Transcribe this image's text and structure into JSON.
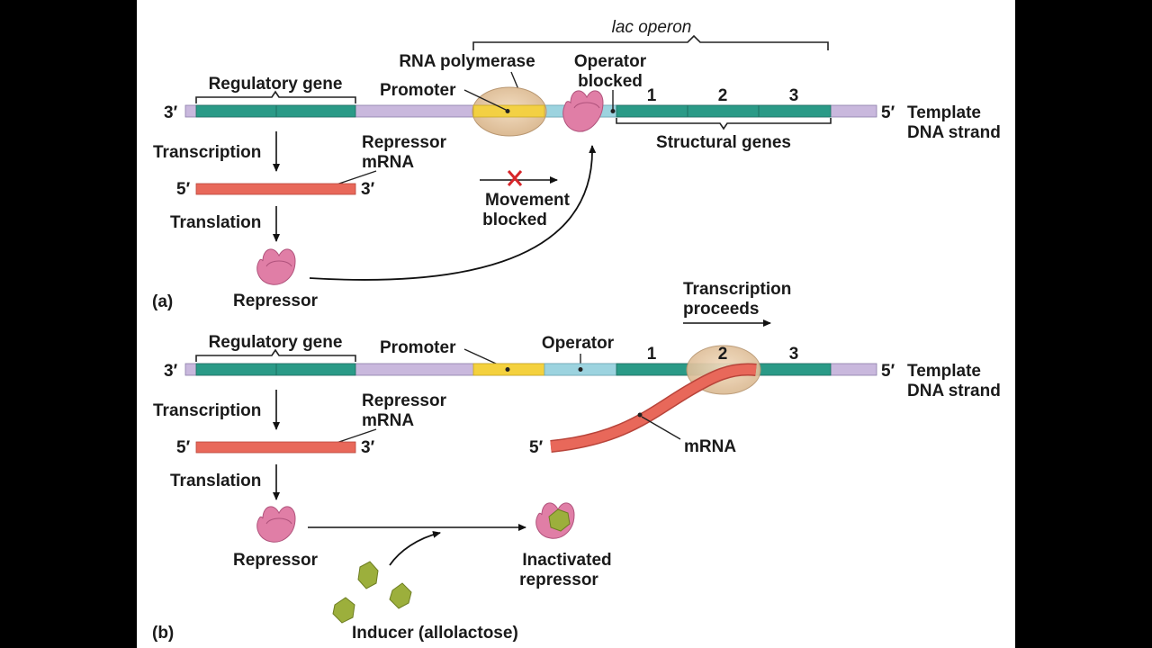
{
  "colors": {
    "dna_backbone": "#c9b8dd",
    "gene_teal": "#2a9a87",
    "promoter_yellow": "#f4d13e",
    "operator_cyan": "#9cd3df",
    "mrna_red": "#e8685a",
    "repressor_pink": "#e07ea6",
    "polymerase_tan": "#e6c9a4",
    "inducer_green": "#9caf3c",
    "blocked_x": "#d7262a"
  },
  "panel_a": {
    "panel_label": "(a)",
    "lac_operon": "lac operon",
    "rna_polymerase": "RNA polymerase",
    "operator_blocked_1": "Operator",
    "operator_blocked_2": "blocked",
    "regulatory_gene": "Regulatory gene",
    "promoter": "Promoter",
    "three_prime": "3′",
    "five_prime": "5′",
    "template_1": "Template",
    "template_2": "DNA strand",
    "gene_1": "1",
    "gene_2": "2",
    "gene_3": "3",
    "structural_genes": "Structural genes",
    "transcription": "Transcription",
    "repressor_mrna_1": "Repressor",
    "repressor_mrna_2": "mRNA",
    "mrna_5": "5′",
    "mrna_3": "3′",
    "movement_1": "Movement",
    "movement_2": "blocked",
    "translation": "Translation",
    "repressor": "Repressor"
  },
  "panel_b": {
    "panel_label": "(b)",
    "transcription_proceeds_1": "Transcription",
    "transcription_proceeds_2": "proceeds",
    "regulatory_gene": "Regulatory gene",
    "promoter": "Promoter",
    "operator": "Operator",
    "three_prime": "3′",
    "five_prime": "5′",
    "template_1": "Template",
    "template_2": "DNA strand",
    "gene_1": "1",
    "gene_2": "2",
    "gene_3": "3",
    "transcription": "Transcription",
    "repressor_mrna_1": "Repressor",
    "repressor_mrna_2": "mRNA",
    "mrna_5": "5′",
    "mrna_3": "3′",
    "long_mrna_5": "5′",
    "mrna": "mRNA",
    "translation": "Translation",
    "repressor": "Repressor",
    "inactivated_1": "Inactivated",
    "inactivated_2": "repressor",
    "inducer": "Inducer (allolactose)"
  }
}
